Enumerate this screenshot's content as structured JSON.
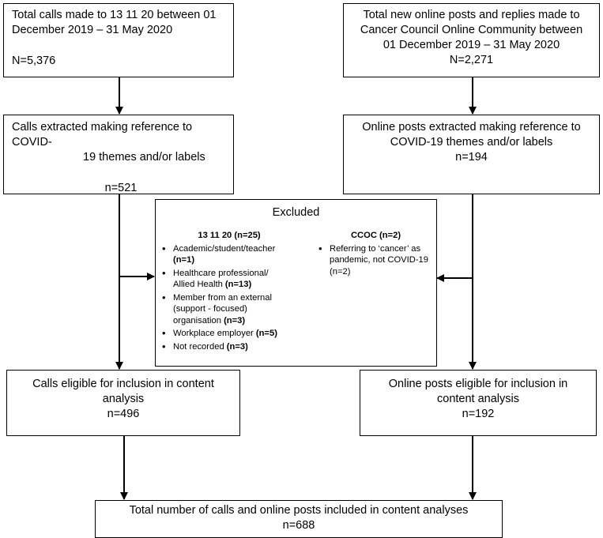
{
  "left": {
    "box1": {
      "line1": "Total calls made to 13 11 20 between 01",
      "line2": "December 2019 – 31 May 2020",
      "count": "N=5,376"
    },
    "box2": {
      "line1": "Calls extracted making reference to COVID-",
      "line2": "19 themes and/or labels",
      "count": "n=521"
    },
    "box3": {
      "line1": "Calls eligible for inclusion in content",
      "line2": "analysis",
      "count": "n=496"
    }
  },
  "right": {
    "box1": {
      "line1": "Total new online posts and replies made to",
      "line2": "Cancer Council Online Community between",
      "line3": "01 December 2019 – 31 May 2020",
      "count": "N=2,271"
    },
    "box2": {
      "line1": "Online posts extracted making reference to",
      "line2": "COVID-19 themes and/or labels",
      "count": "n=194"
    },
    "box3": {
      "line1": "Online posts eligible for inclusion in",
      "line2": "content analysis",
      "count": "n=192"
    }
  },
  "excluded": {
    "title": "Excluded",
    "col1": {
      "heading": "13 11 20 (n=25)",
      "items": [
        {
          "lines": [
            "Academic/student/teacher"
          ],
          "count": "(n=1)"
        },
        {
          "lines": [
            "Healthcare professional/",
            "Allied Health"
          ],
          "count": "(n=13)"
        },
        {
          "lines": [
            "Member from an external",
            "(support - focused)",
            "organisation"
          ],
          "count": "(n=3)"
        },
        {
          "lines": [
            "Workplace employer"
          ],
          "count": "(n=5)"
        },
        {
          "lines": [
            "Not recorded"
          ],
          "count": "(n=3)"
        }
      ]
    },
    "col2": {
      "heading": "CCOC (n=2)",
      "items": [
        {
          "lines": [
            "Referring to ‘cancer’ as",
            "pandemic, not COVID-19",
            "(n=2)"
          ]
        }
      ]
    }
  },
  "total": {
    "line1": "Total number of calls and online posts included in content analyses",
    "count": "n=688"
  }
}
